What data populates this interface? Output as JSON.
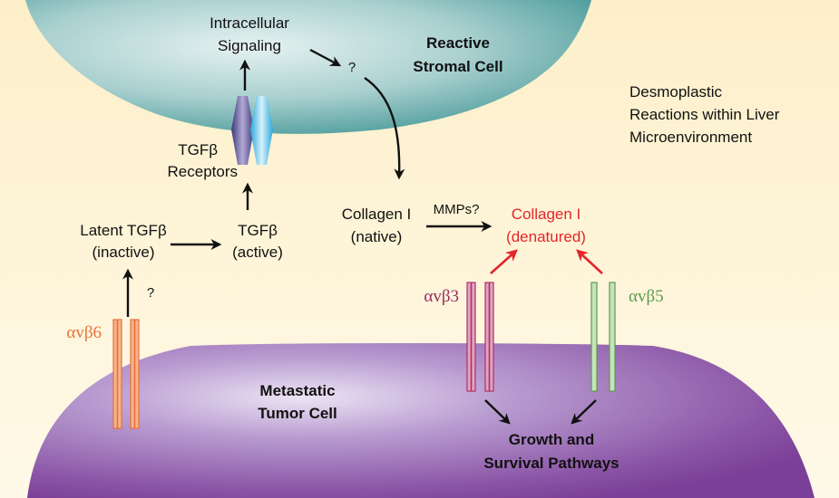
{
  "title": "Desmoplastic Reactions within Liver Microenvironment",
  "colors": {
    "background": "#fdf3d6",
    "stromal_cell": "#6aaeae",
    "tumor_cell": "#8b55a6",
    "denatured": "#e3262b",
    "avb6": "#e8703a",
    "avb3": "#9a2a5a",
    "avb5": "#5c9a4e"
  },
  "labels": {
    "intracellular": "Intracellular",
    "signaling": "Signaling",
    "question_top": "?",
    "reactive": "Reactive",
    "stromal_cell": "Stromal Cell",
    "desmo_line1": "Desmoplastic",
    "desmo_line2": "Reactions within Liver",
    "desmo_line3": "Microenvironment",
    "tgfb_receptors_1": "TGFβ",
    "tgfb_receptors_2": "Receptors",
    "latent_tgfb": "Latent TGFβ",
    "inactive": "(inactive)",
    "tgfb_active_1": "TGFβ",
    "tgfb_active_2": "(active)",
    "collagen_native_1": "Collagen I",
    "collagen_native_2": "(native)",
    "mmps": "MMPs?",
    "collagen_denatured_1": "Collagen I",
    "collagen_denatured_2": "(denatured)",
    "question_left": "?",
    "avb6": "αvβ6",
    "avb3": "αvβ3",
    "avb5": "αvβ5",
    "metastatic": "Metastatic",
    "tumor_cell": "Tumor Cell",
    "growth": "Growth and",
    "survival": "Survival Pathways"
  }
}
